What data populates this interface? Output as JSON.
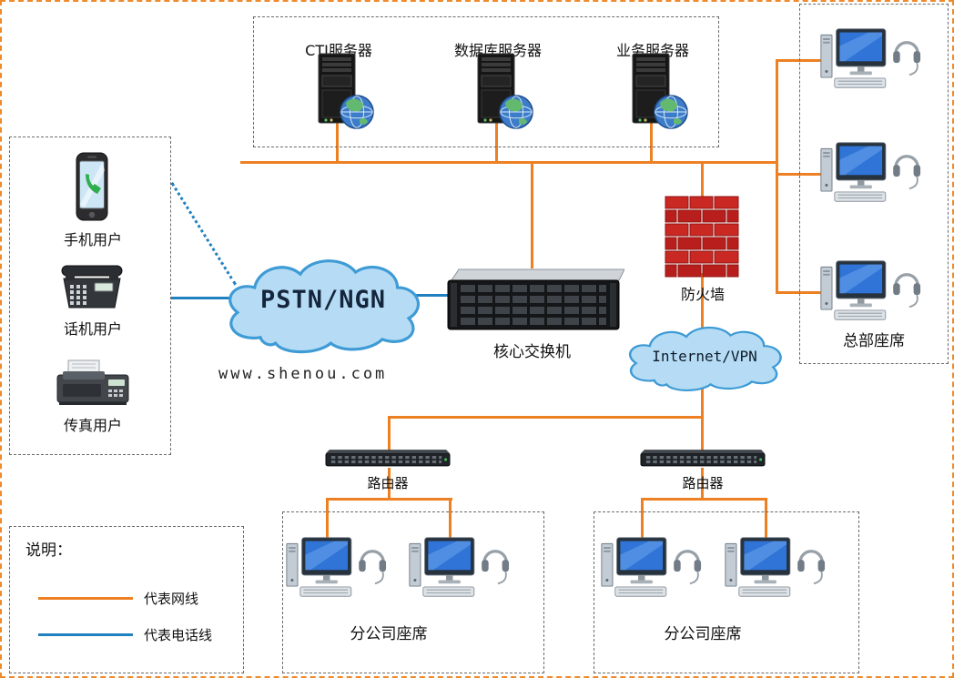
{
  "diagram": {
    "watermark": "www.shenou.com"
  },
  "colors": {
    "network_line": "#ED8022",
    "phone_line": "#2080C0"
  },
  "server_group": {
    "items": [
      {
        "label": "CTI服务器"
      },
      {
        "label": "数据库服务器"
      },
      {
        "label": "业务服务器"
      }
    ]
  },
  "user_group": {
    "items": [
      {
        "label": "手机用户"
      },
      {
        "label": "话机用户"
      },
      {
        "label": "传真用户"
      }
    ]
  },
  "clouds": {
    "pstn": {
      "label": "PSTN/NGN"
    },
    "internet": {
      "label": "Internet/VPN"
    }
  },
  "core_switch": {
    "label": "核心交换机"
  },
  "firewall": {
    "label": "防火墙"
  },
  "hq": {
    "label": "总部座席"
  },
  "branch_left": {
    "router": "路由器",
    "label": "分公司座席"
  },
  "branch_right": {
    "router": "路由器",
    "label": "分公司座席"
  },
  "legend": {
    "title": "说明：",
    "network": {
      "label": "代表网线",
      "color": "#ED8022"
    },
    "phone": {
      "label": "代表电话线",
      "color": "#2080C0"
    }
  }
}
